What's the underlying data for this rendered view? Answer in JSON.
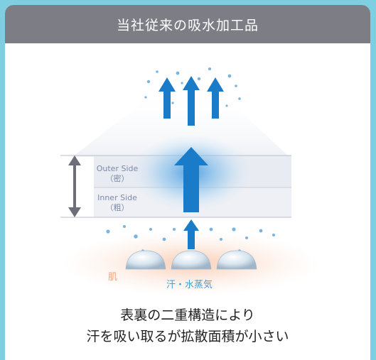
{
  "header": {
    "title": "当社従来の吸水加工品"
  },
  "diagram": {
    "outer_side": {
      "label": "Outer Side",
      "sub": "（密）"
    },
    "inner_side": {
      "label": "Inner Side",
      "sub": "（粗）"
    },
    "skin_label": "肌",
    "sweat_label": "汗・水蒸気"
  },
  "caption": {
    "line1": "表裏の二重構造により",
    "line2": "汗を吸い取るが拡散面積が小さい"
  },
  "colors": {
    "header_bg": "#7d7d86",
    "frame": "#7fcfe3",
    "arrow": "#1a7cc8",
    "skin": "#f8c9b0"
  }
}
